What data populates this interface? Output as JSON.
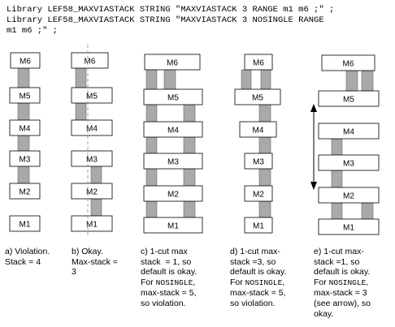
{
  "code_lines": [
    "Library LEF58_MAXVIASTACK STRING \"MAXVIASTACK 3 RANGE m1 m6 ;\" ;",
    "Library LEF58_MAXVIASTACK STRING \"MAXVIASTACK 3 NOSINGLE RANGE",
    "m1 m6 ;\" ;"
  ],
  "layers": [
    "M1",
    "M2",
    "M3",
    "M4",
    "M5",
    "M6"
  ],
  "captions": {
    "a": {
      "lines": [
        "a) Violation.",
        "Stack = 4"
      ]
    },
    "b": {
      "lines": [
        "b) Okay.",
        "Max-stack =",
        "3"
      ]
    },
    "c": {
      "lines": [
        "c) 1-cut max",
        "stack  = 1, so",
        "default is okay.",
        "For |NOSINGLE|,",
        "max-stack = 5,",
        "so violation."
      ]
    },
    "d": {
      "lines": [
        "d) 1-cut max-",
        "stack =3, so",
        "default is okay.",
        "For |NOSINGLE|,",
        "max-stack = 5,",
        "so violation."
      ]
    },
    "e": {
      "lines": [
        "e) 1-cut max-",
        "stack =1, so",
        "default is okay.",
        "For |NOSINGLE|,",
        "max-stack = 3",
        "(see arrow), so",
        "okay."
      ]
    }
  },
  "colors": {
    "via": "#a9a9a9",
    "box_stroke": "#000000"
  }
}
